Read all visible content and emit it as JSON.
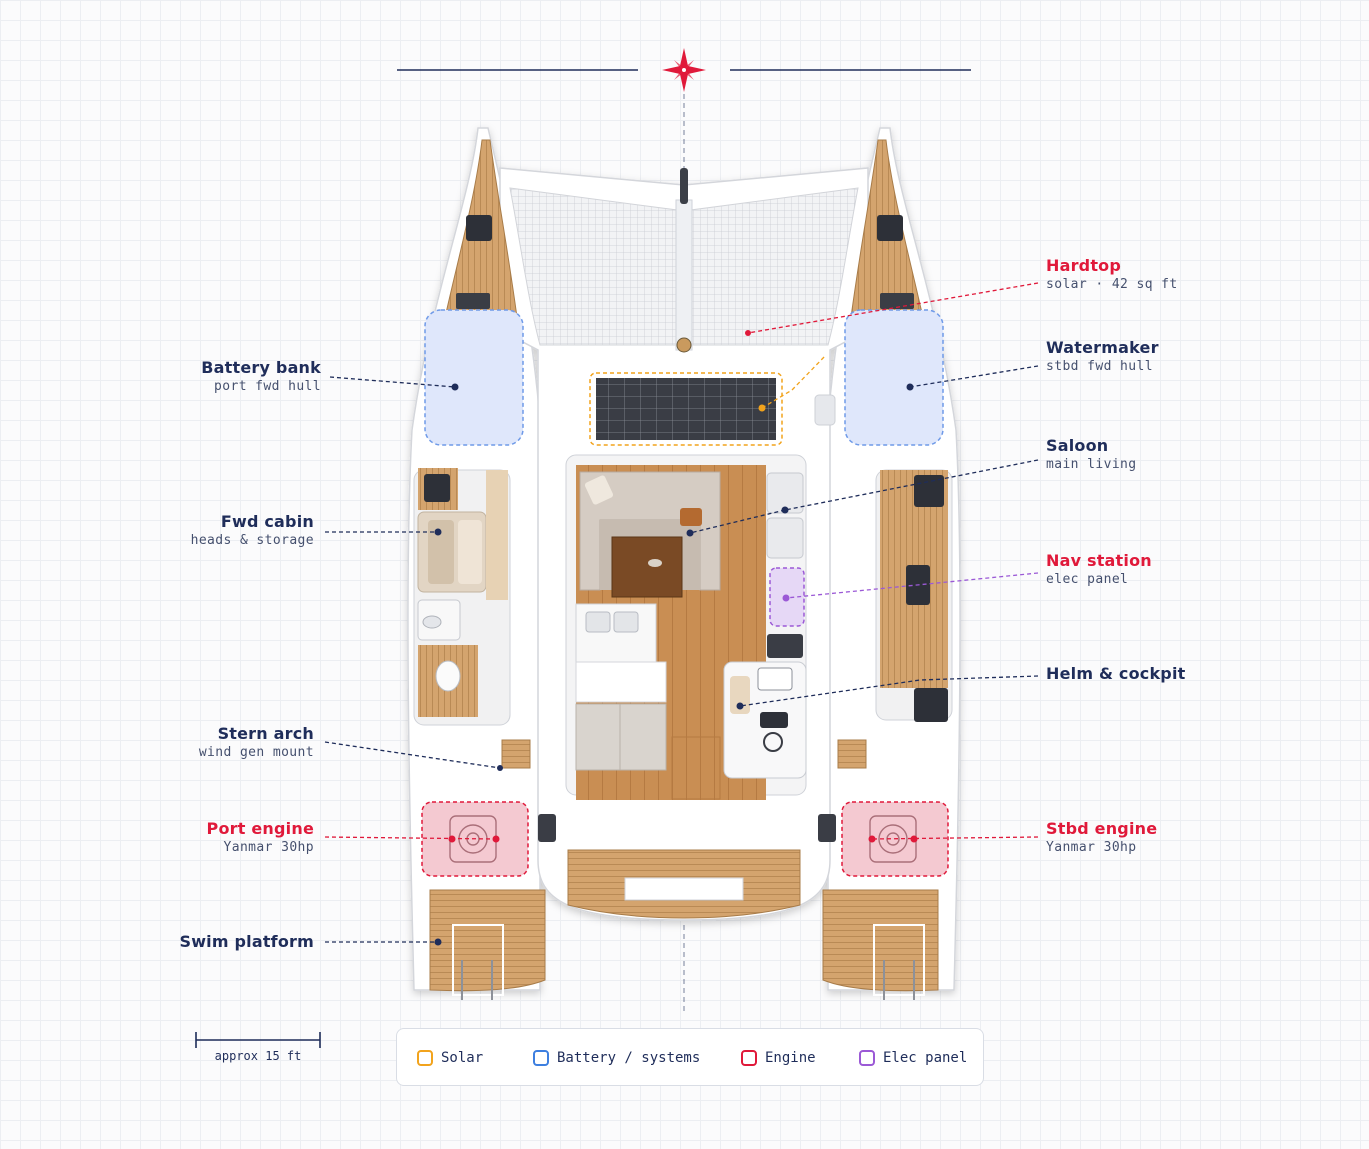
{
  "callouts": {
    "hardtop": {
      "title": "Hardtop",
      "subtitle": "solar · 42 sq ft"
    },
    "battery_bank": {
      "title": "Battery bank",
      "subtitle": "port fwd hull"
    },
    "watermaker": {
      "title": "Watermaker",
      "subtitle": "stbd fwd hull"
    },
    "saloon": {
      "title": "Saloon",
      "subtitle": "main living"
    },
    "fwd_cabin": {
      "title": "Fwd cabin",
      "subtitle": "heads & storage"
    },
    "nav_station": {
      "title": "Nav station",
      "subtitle": "elec panel"
    },
    "helm_cockpit": {
      "title": "Helm & cockpit",
      "subtitle": ""
    },
    "stern_arch": {
      "title": "Stern arch",
      "subtitle": "wind gen mount"
    },
    "port_engine": {
      "title": "Port engine",
      "subtitle": "Yanmar 30hp"
    },
    "stbd_engine": {
      "title": "Stbd engine",
      "subtitle": "Yanmar 30hp"
    },
    "swim_platform": {
      "title": "Swim platform",
      "subtitle": ""
    }
  },
  "legend": [
    {
      "label": "Solar",
      "color": "#f2a31c"
    },
    {
      "label": "Battery / systems",
      "color": "#3d7fe0"
    },
    {
      "label": "Engine",
      "color": "#e0193a"
    },
    {
      "label": "Elec panel",
      "color": "#9b59d6"
    }
  ],
  "scale": {
    "label": "approx 15 ft"
  },
  "colors": {
    "navy": "#1f2d5a",
    "accent_red": "#e0193a",
    "teak": "#d2a06b",
    "hull_white": "#ffffff"
  },
  "icons": {
    "compass": "compass-rose-icon"
  }
}
